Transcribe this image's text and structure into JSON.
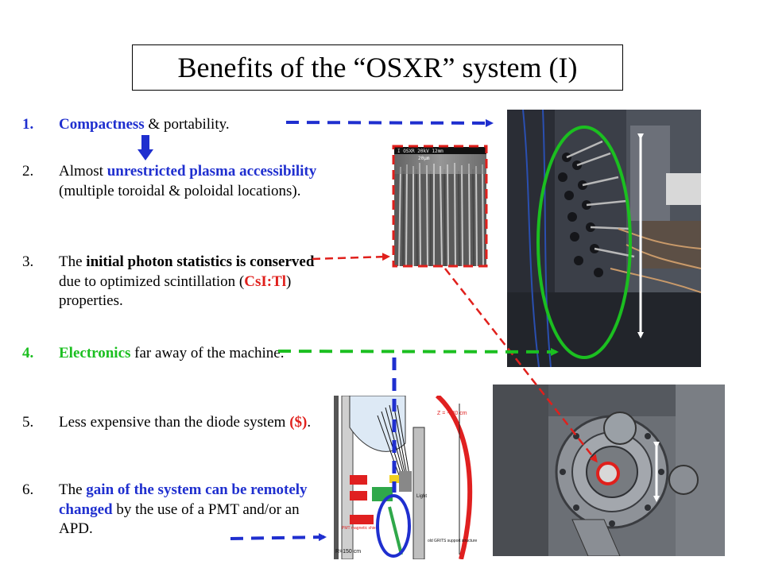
{
  "title": "Benefits of the “OSXR” system (I)",
  "items": [
    {
      "num": "1.",
      "num_color": "#1f2fcf",
      "segments": [
        {
          "text": "Compactness",
          "style": "blue"
        },
        {
          "text": "  & portability.",
          "style": "plain"
        }
      ]
    },
    {
      "num": "2.",
      "num_color": "#000000",
      "segments": [
        {
          "text": "Almost ",
          "style": "plain"
        },
        {
          "text": "unrestricted plasma accessibility",
          "style": "blue"
        },
        {
          "text": " (multiple toroidal & poloidal locations).",
          "style": "plain"
        }
      ]
    },
    {
      "num": "3.",
      "num_color": "#000000",
      "segments": [
        {
          "text": "The ",
          "style": "plain"
        },
        {
          "text": "initial photon statistics is conserved",
          "style": "bold"
        },
        {
          "text": " due to optimized scintillation (",
          "style": "plain"
        },
        {
          "text": "CsI:Tl",
          "style": "red"
        },
        {
          "text": ") properties.",
          "style": "plain"
        }
      ]
    },
    {
      "num": "4.",
      "num_color": "#1bbf20",
      "segments": [
        {
          "text": "Electronics",
          "style": "green"
        },
        {
          "text": " far away of the machine.",
          "style": "plain"
        }
      ]
    },
    {
      "num": "5.",
      "num_color": "#000000",
      "segments": [
        {
          "text": "Less expensive than the diode system ",
          "style": "plain"
        },
        {
          "text": "($)",
          "style": "red"
        },
        {
          "text": ".",
          "style": "plain"
        }
      ]
    },
    {
      "num": "6.",
      "num_color": "#000000",
      "segments": [
        {
          "text": "The ",
          "style": "plain"
        },
        {
          "text": "gain of the system can be remotely changed",
          "style": "blue"
        },
        {
          "text": " by the use of a PMT and/or an APD.",
          "style": "plain"
        }
      ]
    }
  ],
  "sem_label": "I OSXR 20kV  12mm",
  "sem_scale": "20μm",
  "diagram_labels": {
    "z_label": "Z = -340 cm",
    "r_label": "R=150 cm",
    "pmt_label": "PMT magnetic shield",
    "light_label": "Light",
    "ports_label": "old GRITS support structure"
  },
  "colors": {
    "blue": "#1f2fcf",
    "green": "#1bbf20",
    "red": "#e0201c"
  }
}
